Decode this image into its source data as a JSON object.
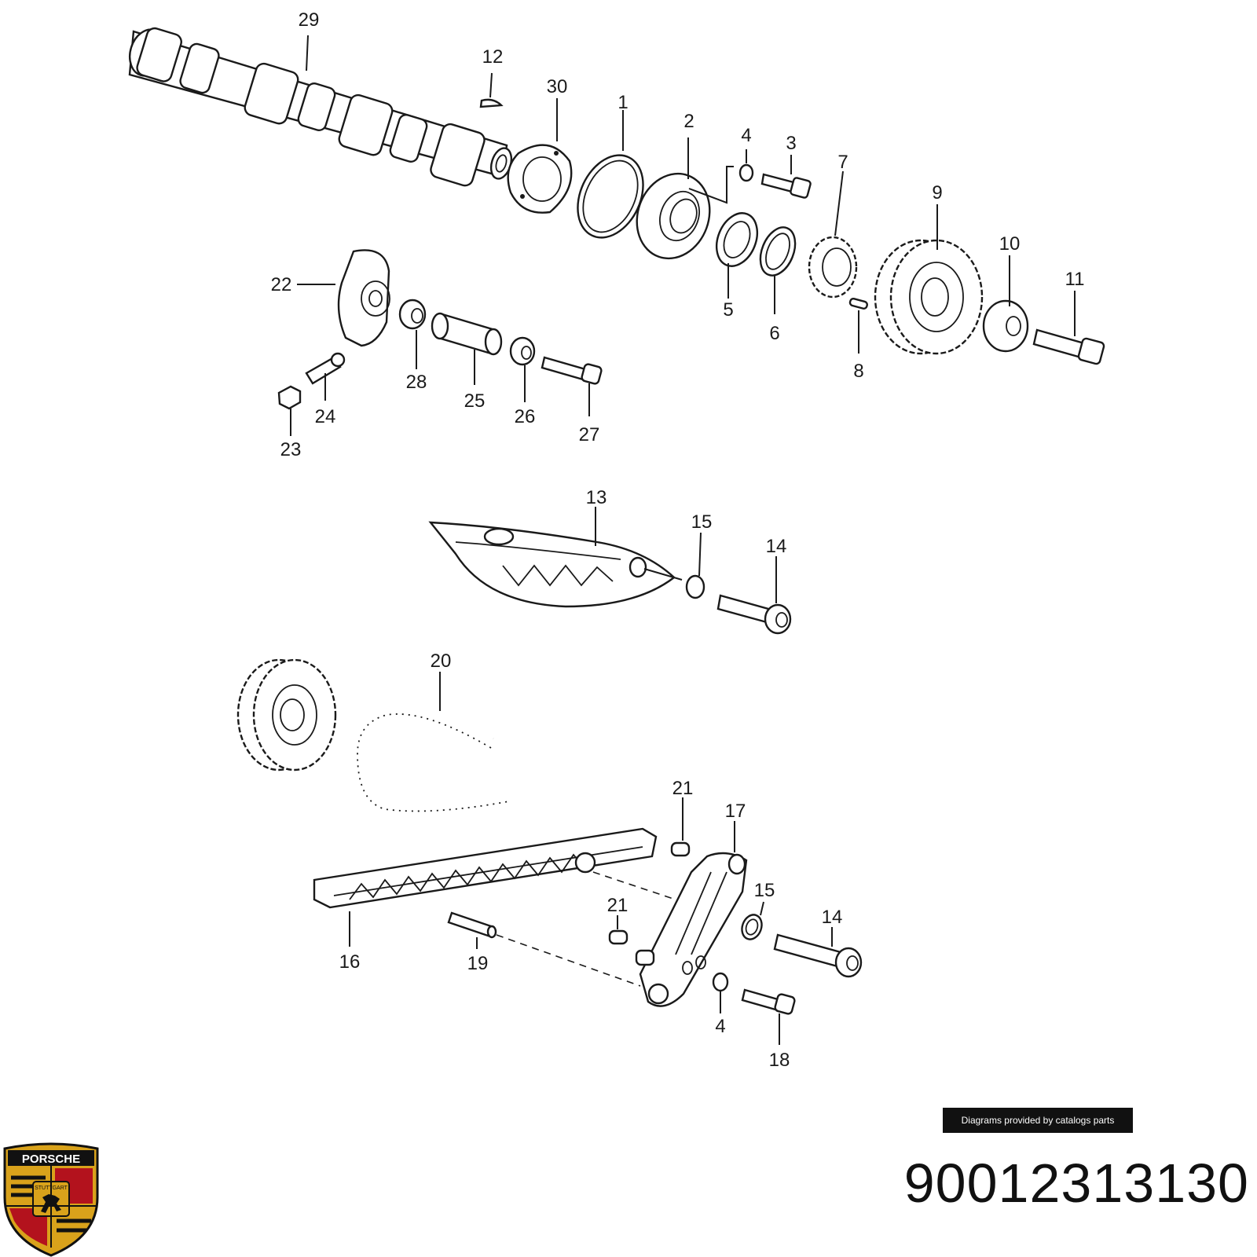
{
  "part_number": "90012313130",
  "credit": "Diagrams provided by catalogs parts",
  "logo": {
    "word": "PORSCHE",
    "city": "STUTTGART",
    "colors": {
      "gold": "#d9a21b",
      "red": "#b3121d",
      "black": "#111111"
    }
  },
  "callouts": [
    "29",
    "12",
    "30",
    "1",
    "2",
    "4",
    "3",
    "7",
    "9",
    "10",
    "11",
    "22",
    "5",
    "6",
    "8",
    "28",
    "25",
    "24",
    "26",
    "27",
    "23",
    "13",
    "15",
    "14",
    "20",
    "21",
    "17",
    "15",
    "14",
    "21",
    "16",
    "19",
    "4",
    "18"
  ]
}
